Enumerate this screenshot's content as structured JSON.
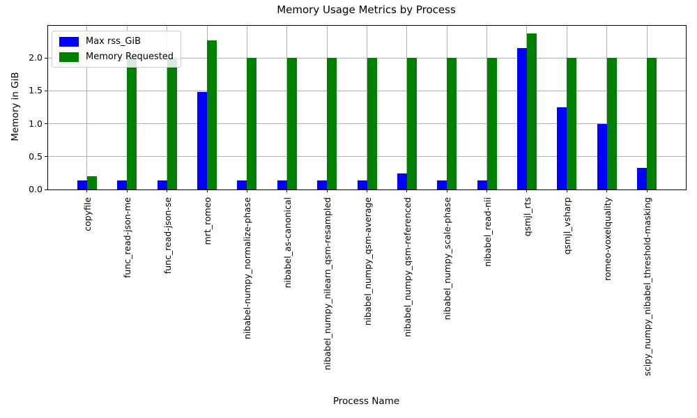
{
  "chart_data": {
    "type": "bar",
    "title": "Memory Usage Metrics by Process",
    "xlabel": "Process Name",
    "ylabel": "Memory in GiB",
    "categories": [
      "copyfile",
      "func_read-json-me",
      "func_read-json-se",
      "mrt_romeo",
      "nibabel-numpy_normalize-phase",
      "nibabel_as-canonical",
      "nibabel_numpy_nilearn_qsm-resampled",
      "nibabel_numpy_qsm-average",
      "nibabel_numpy_qsm-referenced",
      "nibabel_numpy_scale-phase",
      "nibabel_read-nii",
      "qsmjl_rts",
      "qsmjl_vsharp",
      "romeo-voxelquality",
      "scipy_numpy_nibabel_threshold-masking"
    ],
    "series": [
      {
        "name": "Max rss_GiB",
        "color": "#0000ff",
        "values": [
          0.14,
          0.14,
          0.14,
          1.48,
          0.14,
          0.14,
          0.14,
          0.14,
          0.24,
          0.14,
          0.14,
          2.15,
          1.25,
          1.0,
          0.33
        ]
      },
      {
        "name": "Memory Requested",
        "color": "#008000",
        "values": [
          0.2,
          2.0,
          2.0,
          2.27,
          2.0,
          2.0,
          2.0,
          2.0,
          2.0,
          2.0,
          2.0,
          2.37,
          2.0,
          2.0,
          2.0
        ]
      }
    ],
    "yticks": [
      0.0,
      0.5,
      1.0,
      1.5,
      2.0
    ],
    "ytick_labels": [
      "0.0",
      "0.5",
      "1.0",
      "1.5",
      "2.0"
    ],
    "ylim": [
      0,
      2.49
    ],
    "grid": true,
    "grid_color": "#b0b0b0",
    "legend_position": "upper left"
  }
}
